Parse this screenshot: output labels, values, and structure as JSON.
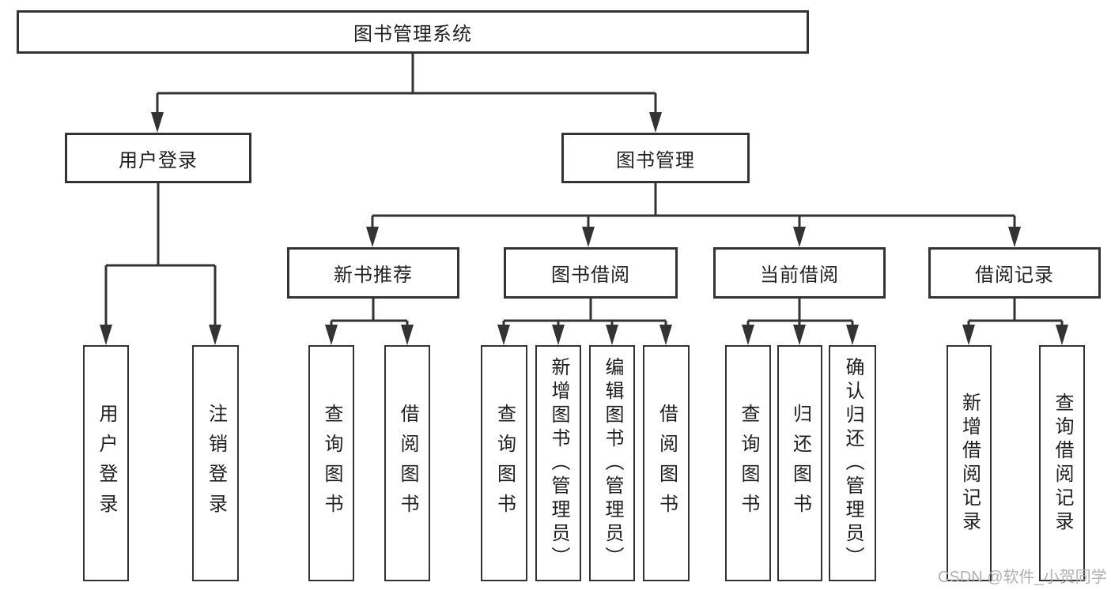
{
  "diagram": {
    "root": {
      "label": "图书管理系统"
    },
    "level2": [
      {
        "label": "用户登录"
      },
      {
        "label": "图书管理"
      }
    ],
    "level3": [
      {
        "label": "新书推荐"
      },
      {
        "label": "图书借阅"
      },
      {
        "label": "当前借阅"
      },
      {
        "label": "借阅记录"
      }
    ],
    "leaves": [
      {
        "label": "用户登录"
      },
      {
        "label": "注销登录"
      },
      {
        "label": "查询图书"
      },
      {
        "label": "借阅图书"
      },
      {
        "label": "查询图书"
      },
      {
        "label": "新增图书（管理员）"
      },
      {
        "label": "编辑图书（管理员）"
      },
      {
        "label": "借阅图书"
      },
      {
        "label": "查询图书"
      },
      {
        "label": "归还图书"
      },
      {
        "label": "确认归还（管理员）"
      },
      {
        "label": "新增借阅记录"
      },
      {
        "label": "查询借阅记录"
      }
    ]
  },
  "watermark": {
    "text": "CSDN @软件_小贺同学"
  },
  "colors": {
    "line": "#333333",
    "text": "#1f1f1f",
    "watermark": "#b0b0b0",
    "background": "#ffffff"
  }
}
